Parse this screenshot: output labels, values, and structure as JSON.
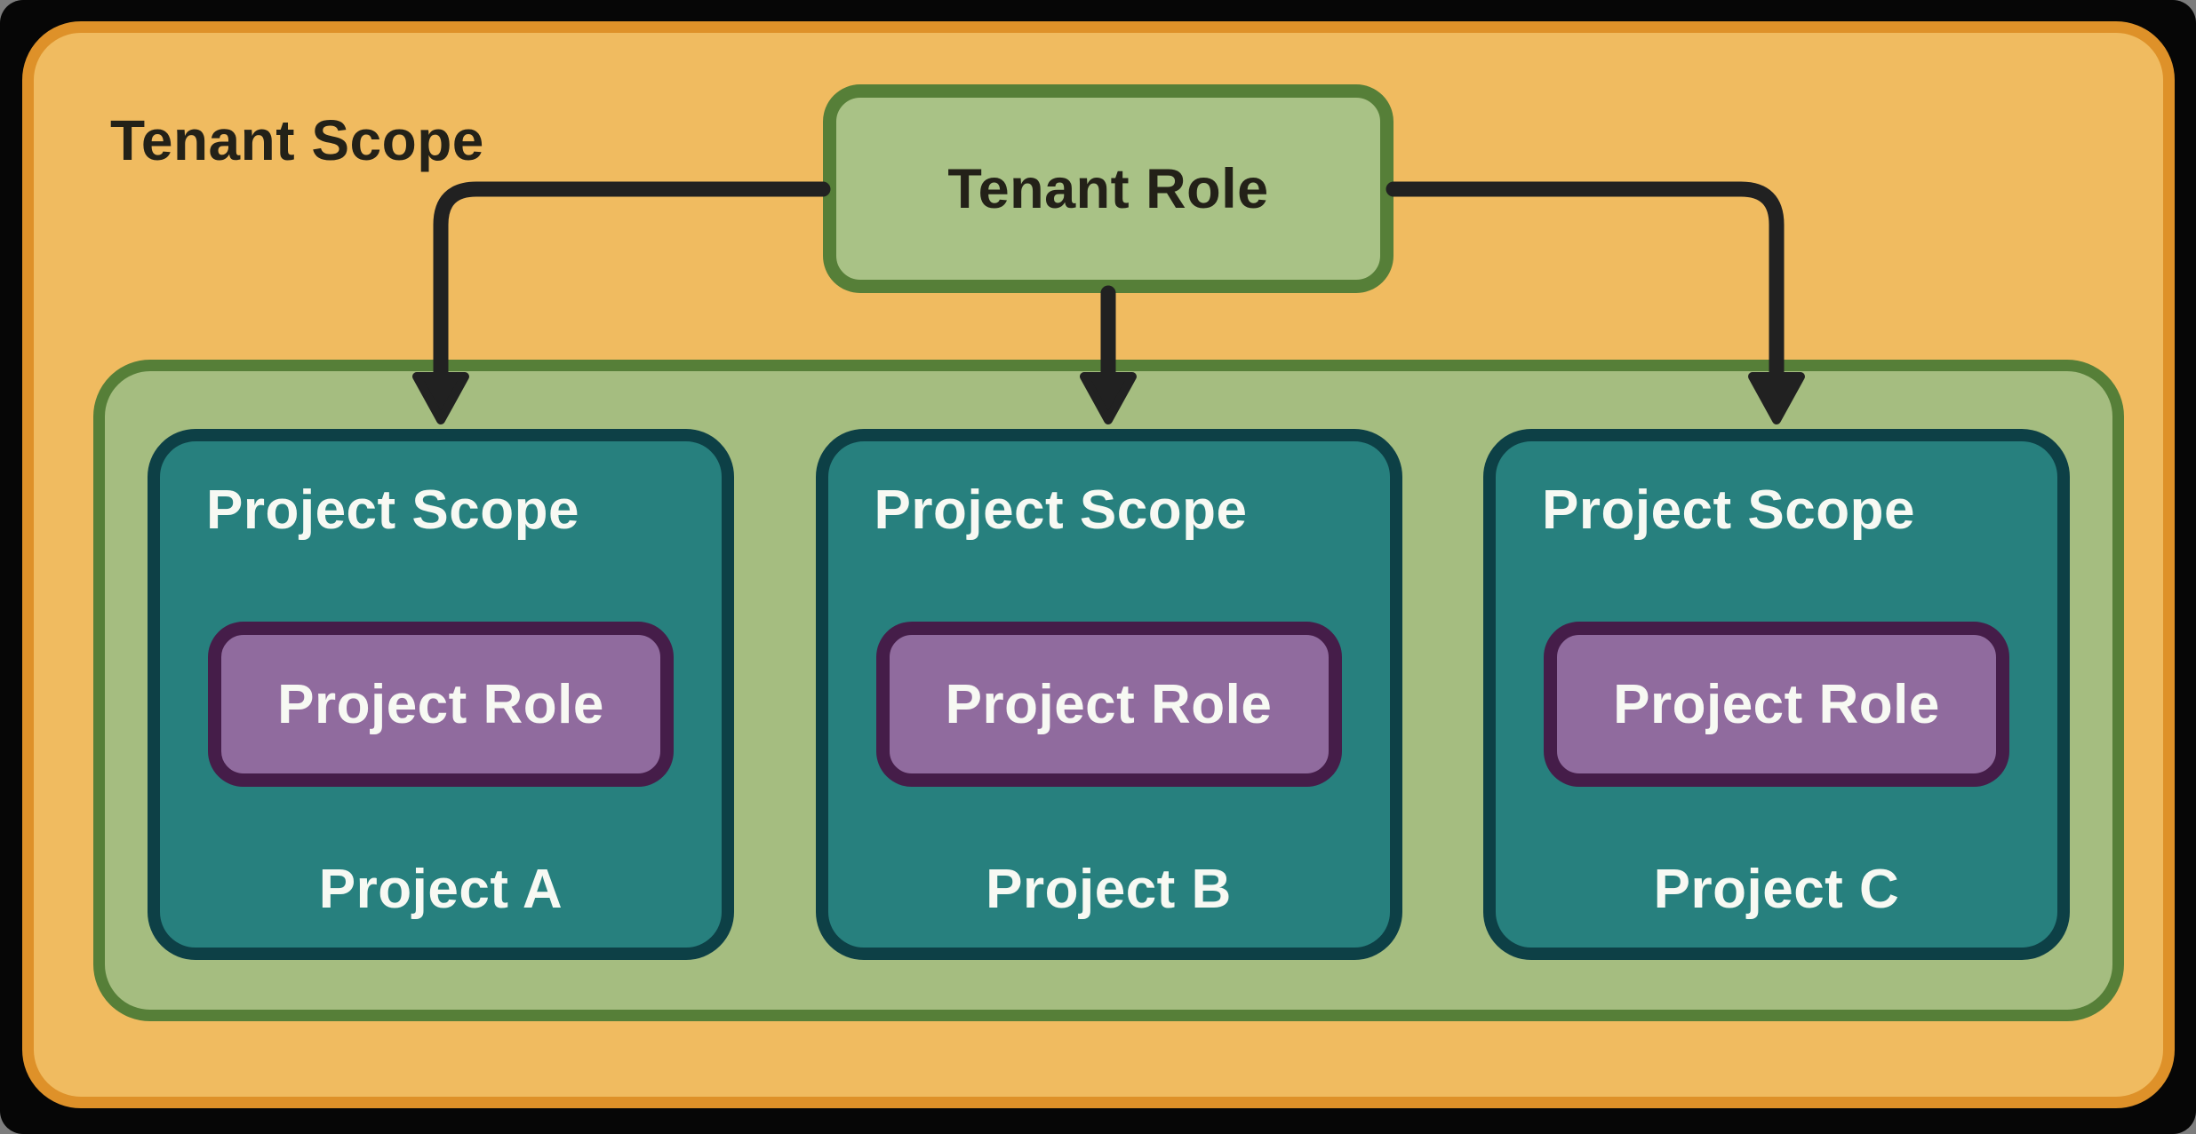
{
  "diagram": {
    "title": "Tenant Scope",
    "tenant_role": {
      "label": "Tenant Role"
    },
    "projects": [
      {
        "scope_label": "Project Scope",
        "role_label": "Project Role",
        "name": "Project A"
      },
      {
        "scope_label": "Project Scope",
        "role_label": "Project Role",
        "name": "Project B"
      },
      {
        "scope_label": "Project Scope",
        "role_label": "Project Role",
        "name": "Project C"
      }
    ],
    "edges": [
      {
        "from": "Tenant Role",
        "to": "Project A"
      },
      {
        "from": "Tenant Role",
        "to": "Project B"
      },
      {
        "from": "Tenant Role",
        "to": "Project C"
      }
    ]
  },
  "colors": {
    "orange_fill": "#f0bb60",
    "orange_border": "#de9129",
    "tenant_fill": "#a9c286",
    "sage_fill": "#a5bd80",
    "green_border": "#567f38",
    "teal_fill": "#27807e",
    "teal_border": "#0d4046",
    "purple_fill": "#906b9e",
    "purple_border": "#451d49",
    "arrow_color": "#212121",
    "dark_text": "#232118",
    "light_text": "#f7f9f3"
  }
}
